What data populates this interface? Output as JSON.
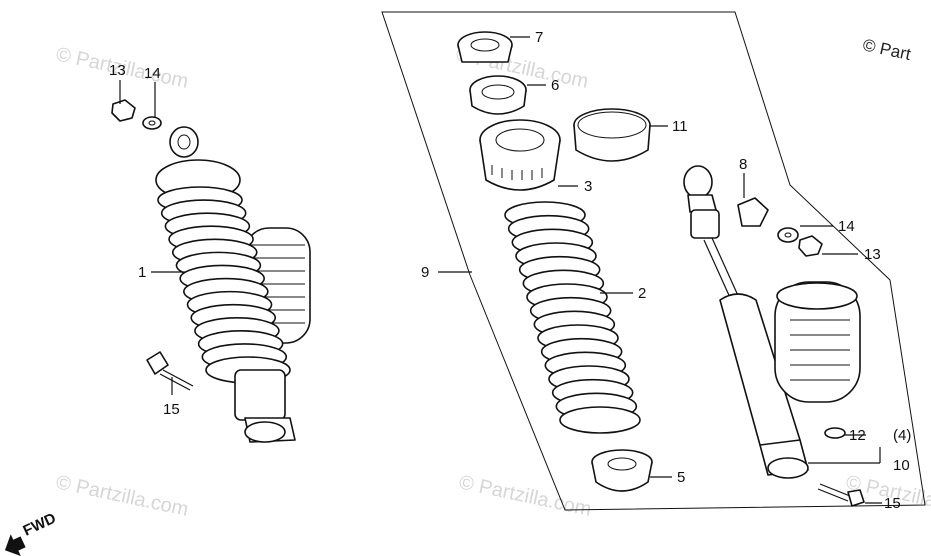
{
  "watermarks": {
    "copyright": "© Partzilla.com",
    "top_right": "© Part"
  },
  "fwd_label": "FWD",
  "callouts": {
    "c1": "1",
    "c2": "2",
    "c3": "3",
    "c5": "5",
    "c6": "6",
    "c7": "7",
    "c8": "8",
    "c9": "9",
    "c10": "10",
    "c11": "11",
    "c12": "12",
    "c12_qty": "(4)",
    "c13_left": "13",
    "c13_right": "13",
    "c14_left": "14",
    "c14_right": "14",
    "c15_left": "15",
    "c15_right": "15"
  }
}
